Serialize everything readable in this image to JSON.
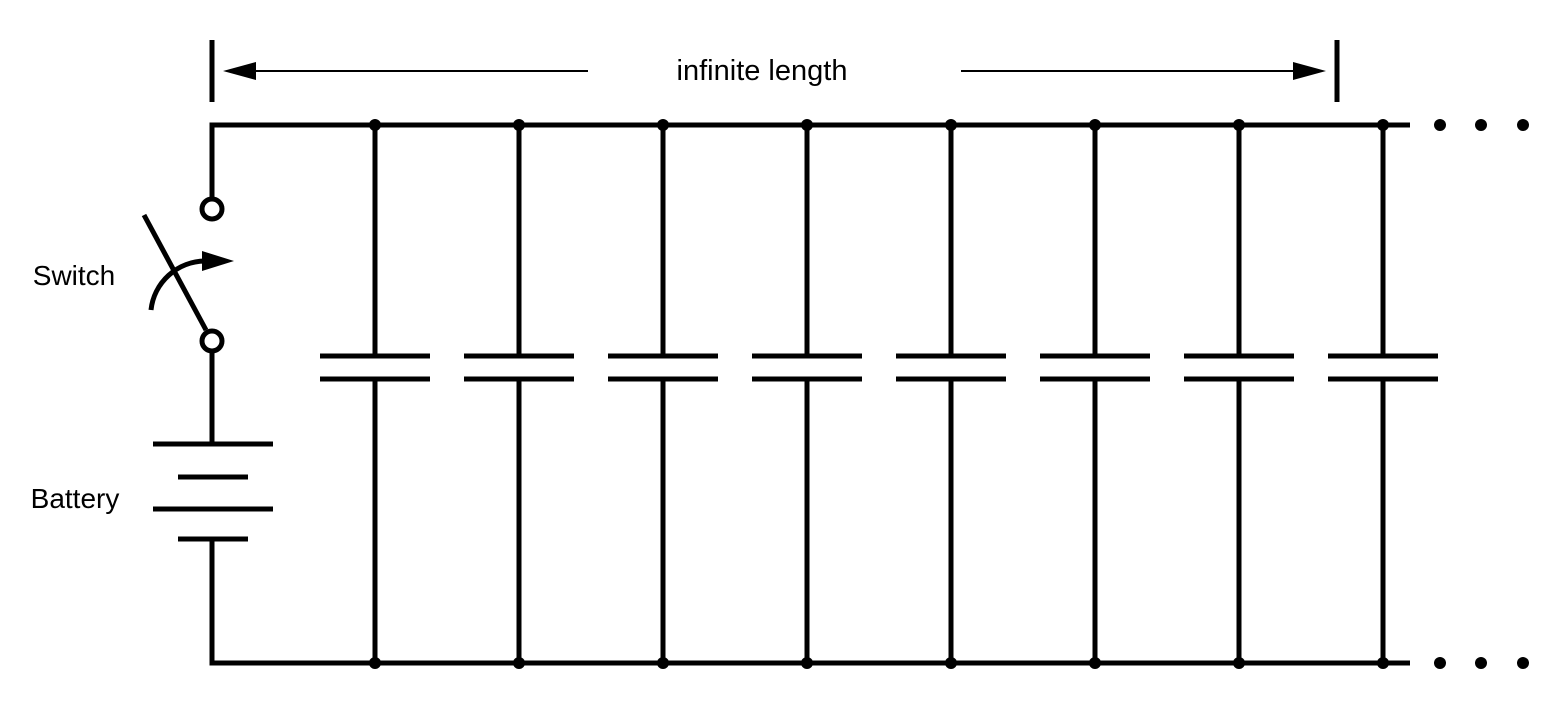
{
  "diagram": {
    "title_label": "infinite length",
    "labels": {
      "switch": "Switch",
      "battery": "Battery"
    },
    "continuation": "...",
    "capacitor_count": 8,
    "capacitor_x": [
      375,
      519,
      663,
      807,
      951,
      1095,
      1239,
      1383
    ],
    "colors": {
      "line": "#000000",
      "background": "#ffffff"
    }
  }
}
